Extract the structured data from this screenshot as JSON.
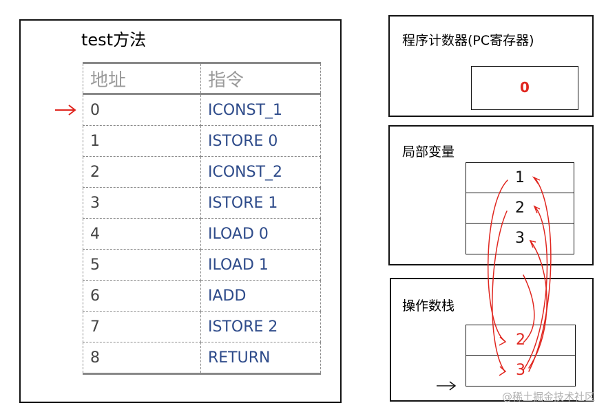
{
  "method": {
    "title": "test方法",
    "headers": {
      "address": "地址",
      "instruction": "指令"
    },
    "rows": [
      {
        "address": "0",
        "op": "ICONST_1"
      },
      {
        "address": "1",
        "op": "ISTORE  0"
      },
      {
        "address": "2",
        "op": "ICONST_2"
      },
      {
        "address": "3",
        "op": "ISTORE  1"
      },
      {
        "address": "4",
        "op": "ILOAD  0"
      },
      {
        "address": "5",
        "op": "ILOAD  1"
      },
      {
        "address": "6",
        "op": "IADD"
      },
      {
        "address": "7",
        "op": "ISTORE  2"
      },
      {
        "address": "8",
        "op": "RETURN"
      }
    ]
  },
  "pc_register": {
    "title": "程序计数器(PC寄存器)",
    "value": "0"
  },
  "local_vars": {
    "title": "局部变量",
    "slots": [
      "1",
      "2",
      "3"
    ]
  },
  "operand_stack": {
    "title": "操作数栈",
    "slots": [
      "2",
      "3"
    ]
  },
  "watermark": "@稀土掘金技术社区",
  "colors": {
    "accent": "#e0261f",
    "instruction": "#2e4b8a",
    "header": "#9a9a9a"
  }
}
